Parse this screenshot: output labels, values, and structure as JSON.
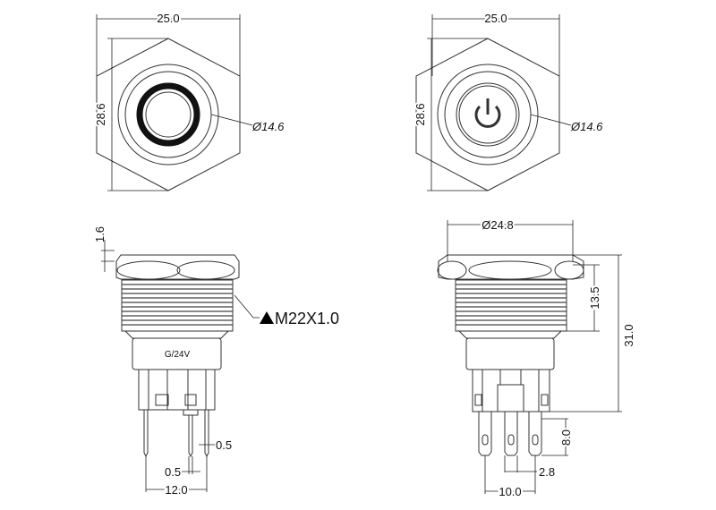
{
  "front_view_ring": {
    "width_label": "25.0",
    "height_label": "28.6",
    "diameter_label": "Ø14.6"
  },
  "front_view_power": {
    "width_label": "25.0",
    "height_label": "28.6",
    "diameter_label": "Ø14.6"
  },
  "side_view_left": {
    "flange_thickness_label": "1.6",
    "thread_label": "M22X1.0",
    "body_marking": "G/24V",
    "pin_thickness_label": "0.5",
    "pin_width_label": "0.5",
    "pin_span_label": "12.0"
  },
  "side_view_right": {
    "flange_diameter_label": "Ø24.8",
    "thread_length_label": "13.5",
    "total_length_label": "31.0",
    "pin_length_label": "8.0",
    "pin_width_label": "2.8",
    "pin_span_label": "10.0"
  }
}
